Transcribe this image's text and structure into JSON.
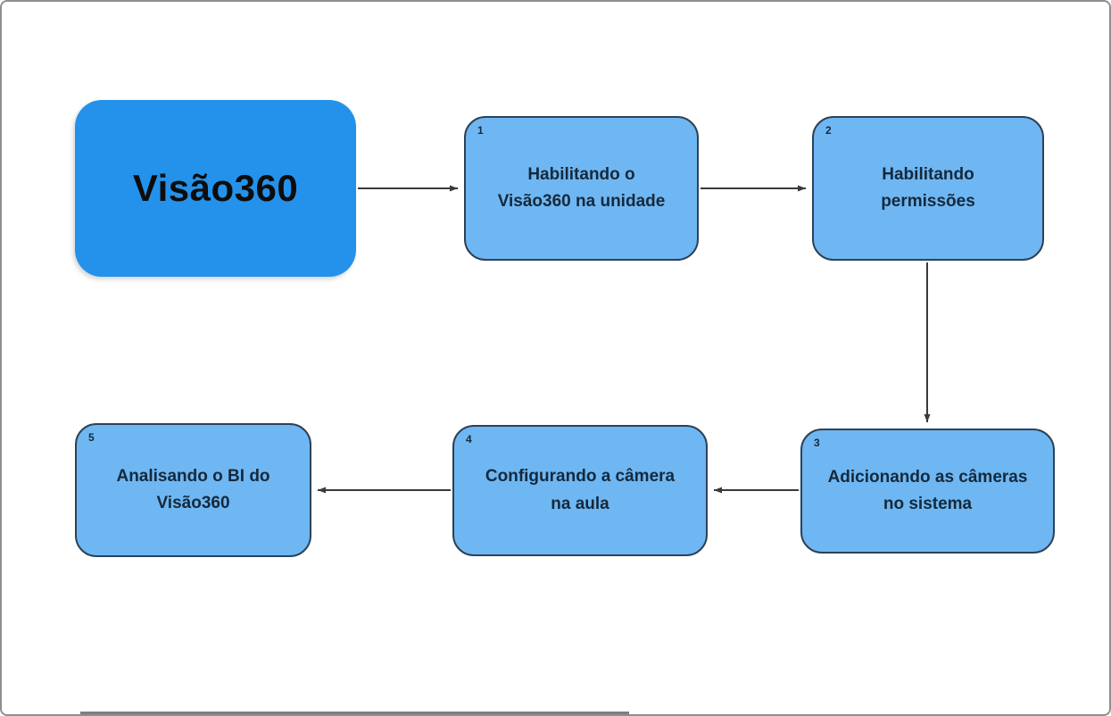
{
  "diagram": {
    "title_node": {
      "label": "Visão360"
    },
    "steps": [
      {
        "number": "1",
        "label": "Habilitando o\nVisão360 na unidade"
      },
      {
        "number": "2",
        "label": "Habilitando\npermissões"
      },
      {
        "number": "3",
        "label": "Adicionando as câmeras\nno sistema"
      },
      {
        "number": "4",
        "label": "Configurando a câmera\nna aula"
      },
      {
        "number": "5",
        "label": "Analisando o BI do\nVisão360"
      }
    ],
    "colors": {
      "title_fill": "#2492ea",
      "step_fill": "#6fb7f2",
      "node_border": "#2c4257",
      "label_color": "#15293c",
      "arrow": "#3a3a3a",
      "canvas_border": "#8f8f8f"
    }
  }
}
